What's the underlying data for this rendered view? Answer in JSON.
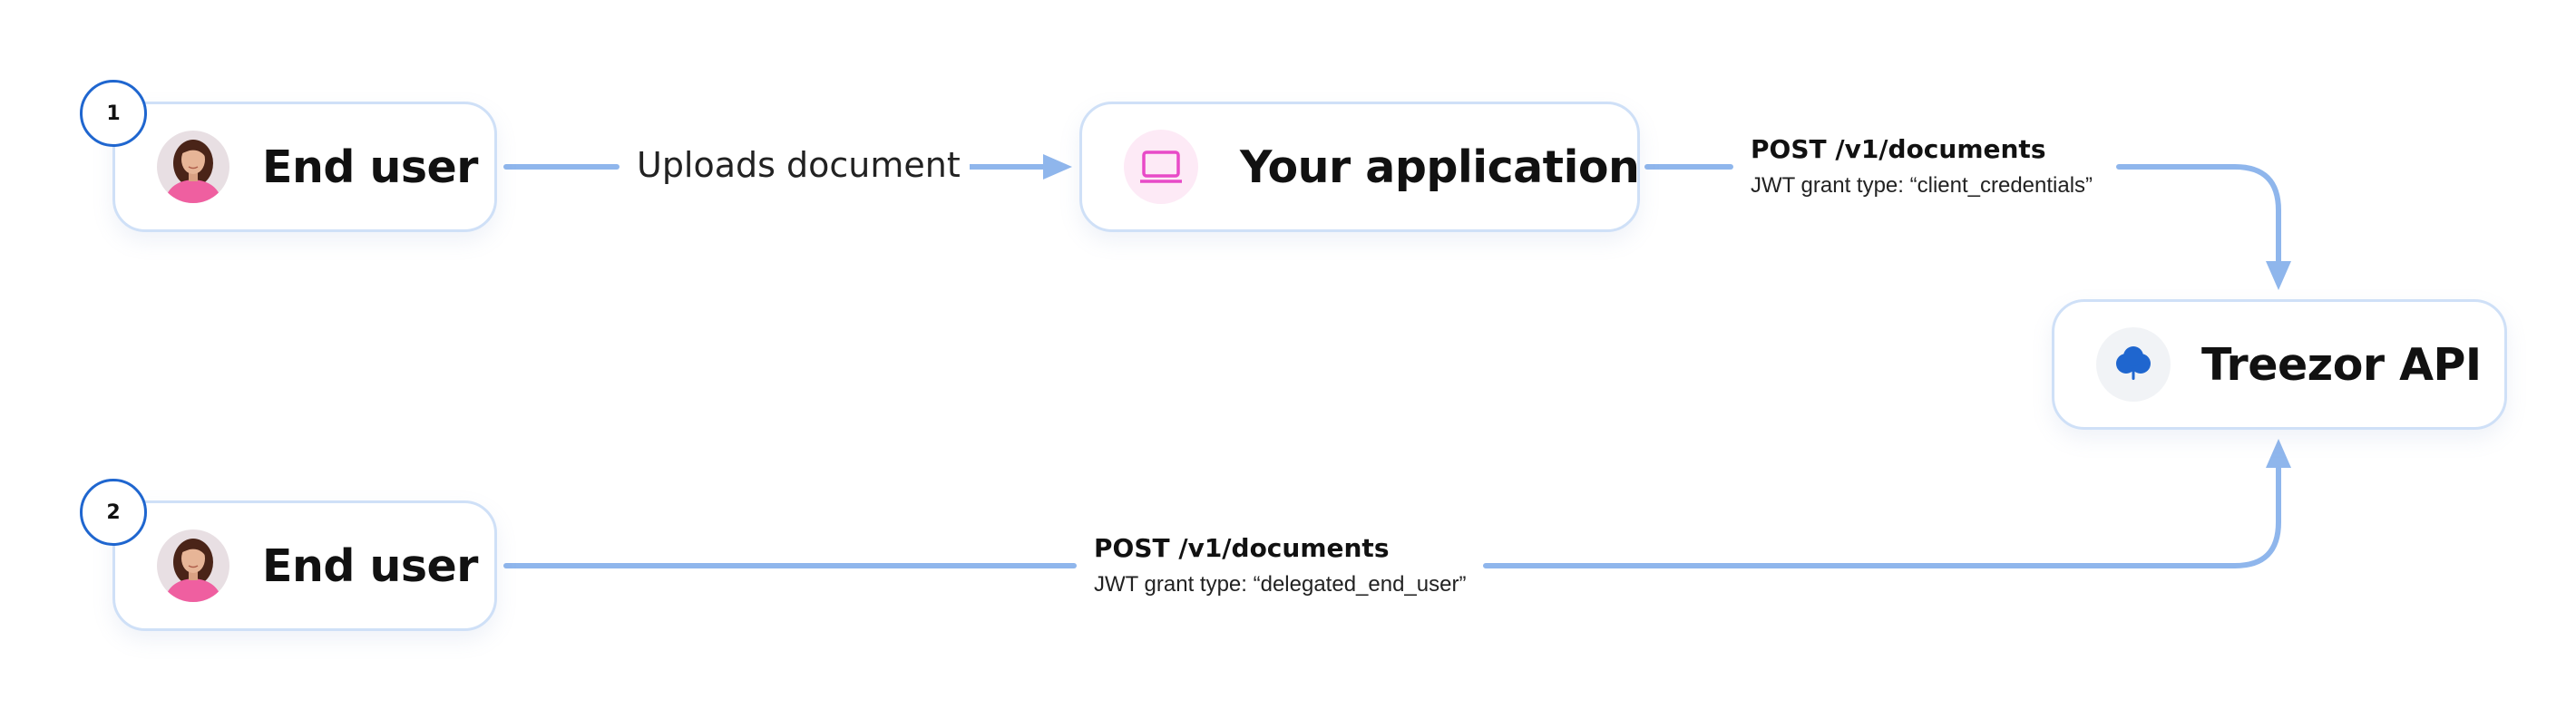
{
  "colors": {
    "connector": "#8fb6ec",
    "node_border": "#cfe0f7",
    "badge_border": "#1f66cf",
    "app_icon": "#e84ac7",
    "app_icon_bg": "#fdeaf6",
    "api_icon": "#1f66cf",
    "api_icon_bg": "#f1f3f6",
    "avatar_shirt": "#ef5fa0",
    "avatar_hair": "#4a2418"
  },
  "flows": [
    {
      "step": "1"
    },
    {
      "step": "2"
    }
  ],
  "nodes": {
    "end_user_1": {
      "label": "End user",
      "icon": "user-avatar"
    },
    "your_application": {
      "label": "Your application",
      "icon": "laptop-icon"
    },
    "treezor_api": {
      "label": "Treezor API",
      "icon": "treezor-logo-icon"
    },
    "end_user_2": {
      "label": "End user",
      "icon": "user-avatar"
    }
  },
  "edges": {
    "upload": {
      "label": "Uploads document"
    },
    "app_to_api": {
      "title": "POST /v1/documents",
      "subtitle": "JWT grant type: “client_credentials”"
    },
    "user_to_api": {
      "title": "POST /v1/documents",
      "subtitle": "JWT grant type: “delegated_end_user”"
    }
  }
}
